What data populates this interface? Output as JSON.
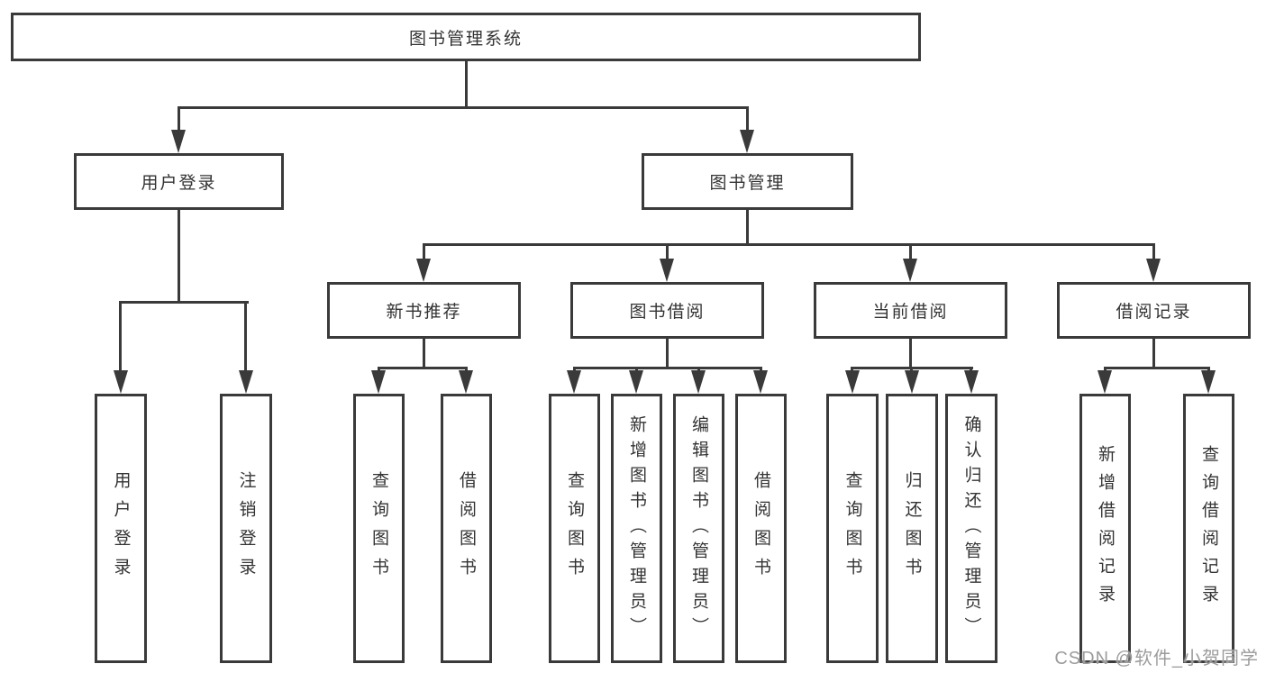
{
  "colors": {
    "line": "#3a3a3a",
    "text": "#333333",
    "watermark": "#9c9c9c",
    "background": "#ffffff"
  },
  "diagram": {
    "root": {
      "label": "图书管理系统"
    },
    "level2": {
      "user_login": {
        "label": "用户登录"
      },
      "book_management": {
        "label": "图书管理"
      }
    },
    "level3": {
      "new_book_recommend": {
        "label": "新书推荐"
      },
      "book_borrow": {
        "label": "图书借阅"
      },
      "current_borrow": {
        "label": "当前借阅"
      },
      "borrow_records": {
        "label": "借阅记录"
      }
    },
    "leaves": {
      "user_login": [
        "用户登录",
        "注销登录"
      ],
      "new_book_recommend": [
        "查询图书",
        "借阅图书"
      ],
      "book_borrow": [
        "查询图书",
        "新增图书（管理员）",
        "编辑图书（管理员）",
        "借阅图书"
      ],
      "current_borrow": [
        "查询图书",
        "归还图书",
        "确认归还（管理员）"
      ],
      "borrow_records": [
        "新增借阅记录",
        "查询借阅记录"
      ]
    }
  },
  "watermark": {
    "text": "CSDN @软件_小贺同学"
  }
}
